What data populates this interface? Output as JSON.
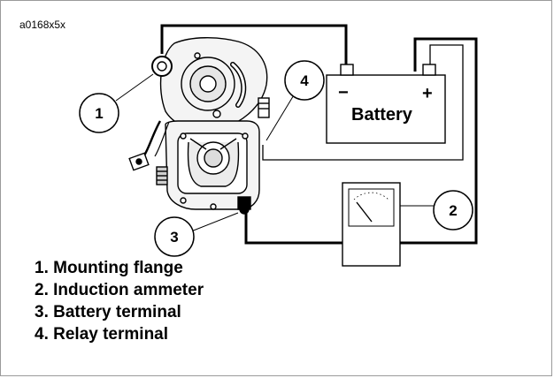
{
  "figure_id": "a0168x5x",
  "battery": {
    "label": "Battery",
    "neg": "−",
    "pos": "+"
  },
  "callouts": [
    "1",
    "2",
    "3",
    "4"
  ],
  "legend": [
    "1. Mounting flange",
    "2. Induction ammeter",
    "3. Battery terminal",
    "4. Relay terminal"
  ]
}
